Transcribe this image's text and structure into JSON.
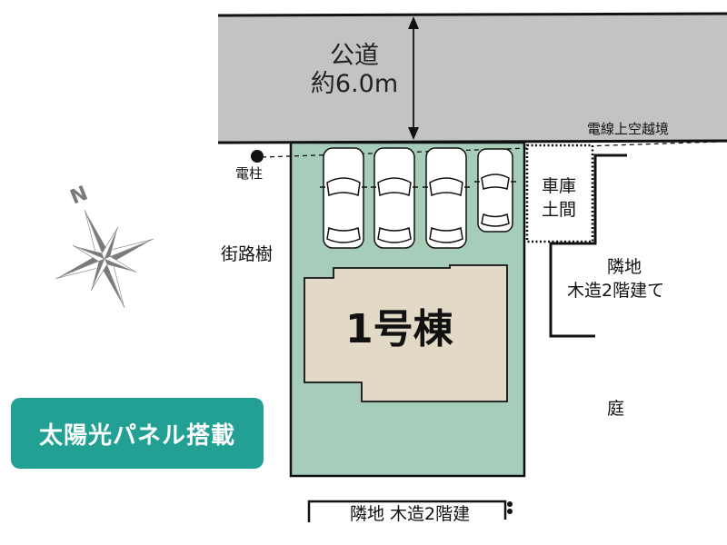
{
  "road": {
    "name": "公道",
    "width_label": "約6.0m"
  },
  "labels": {
    "overhead_wire": "電線上空越境",
    "utility_pole": "電柱",
    "street_trees": "街路樹",
    "garage_line1": "車庫",
    "garage_line2": "土間",
    "neighbor_east_line1": "隣地",
    "neighbor_east_line2": "木造2階建て",
    "garden": "庭",
    "neighbor_south": "隣地  木造2階建",
    "compass_north": "N"
  },
  "building": {
    "label": "1号棟"
  },
  "badge": {
    "label": "太陽光パネル搭載"
  },
  "parking": {
    "cars": [
      {
        "type": "sedan"
      },
      {
        "type": "sedan"
      },
      {
        "type": "sedan"
      },
      {
        "type": "compact"
      }
    ]
  },
  "colors": {
    "road": "#c3c3c3",
    "lot": "#a6cdb9",
    "building": "#e2d9c6",
    "badge": "#22a093",
    "compass": "#7a7a7a"
  }
}
